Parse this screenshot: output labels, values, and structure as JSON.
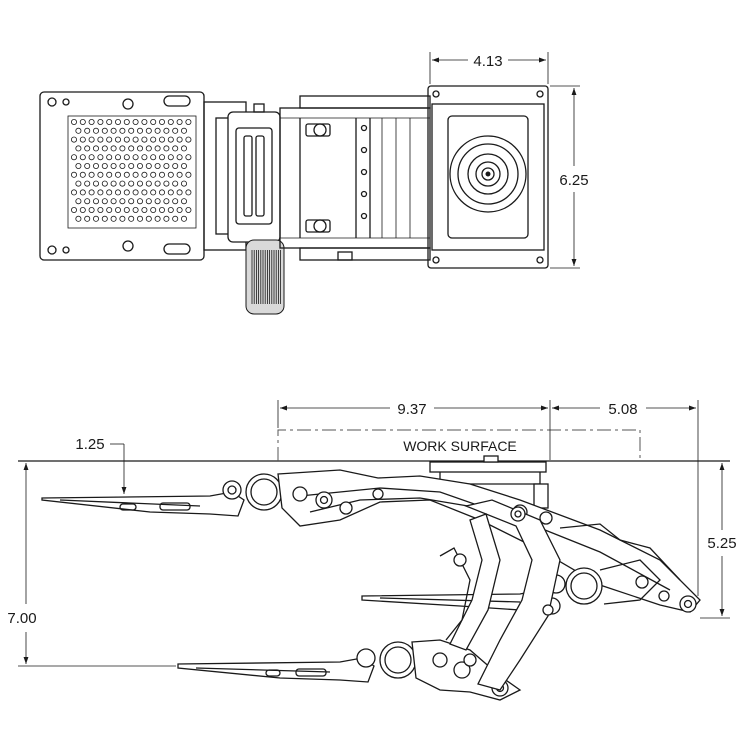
{
  "dimensions": {
    "plate_width": "4.13",
    "plate_height": "6.25",
    "extension_length": "9.37",
    "front_offset": "5.08",
    "below_surface": "1.25",
    "mount_depth": "5.25",
    "total_drop": "7.00"
  },
  "labels": {
    "work_surface": "WORK SURFACE"
  },
  "colors": {
    "line": "#1a1a1a",
    "background": "#ffffff",
    "knob_fill": "#d9d9d9"
  }
}
